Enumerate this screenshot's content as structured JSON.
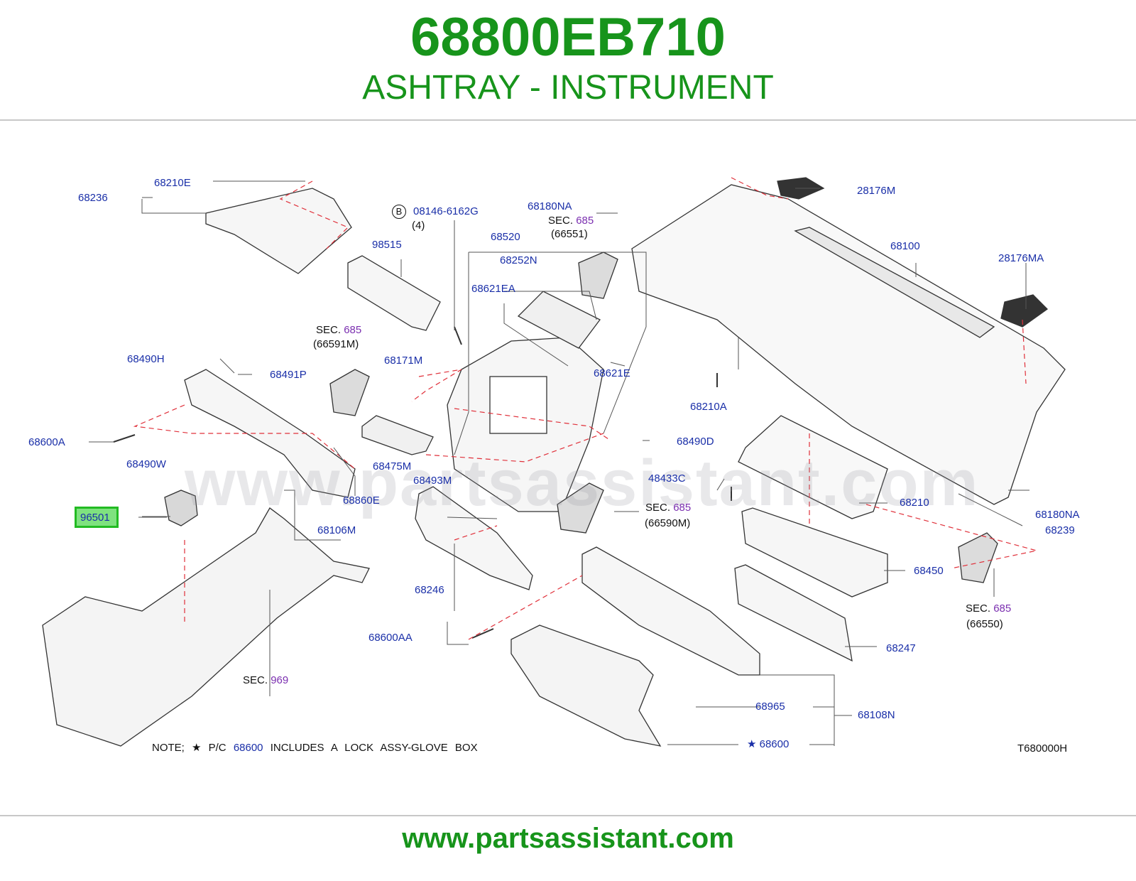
{
  "header": {
    "part_number": "68800EB710",
    "part_name": "ASHTRAY - INSTRUMENT"
  },
  "watermark": "www.partsassistant.com",
  "footer_url": "www.partsassistant.com",
  "diagram_code": "T680000H",
  "highlighted_part": "96501",
  "note": {
    "prefix": "NOTE;",
    "star_pc": "★ P/C",
    "part": "68600",
    "text": "INCLUDES A LOCK ASSY-GLOVE BOX"
  },
  "sec_word": "SEC.",
  "sections": {
    "s66591": {
      "num": "685",
      "code": "(66591M)"
    },
    "s66551": {
      "num": "685",
      "code": "(66551)"
    },
    "s66590": {
      "num": "685",
      "code": "(66590M)"
    },
    "s66550": {
      "num": "685",
      "code": "(66550)"
    },
    "s969": {
      "num": "969"
    }
  },
  "bolt": {
    "letter": "B",
    "part": "08146-6162G",
    "qty": "(4)"
  },
  "star_68600": "★ 68600",
  "labels": {
    "p68210E": "68210E",
    "p68236": "68236",
    "p98515": "98515",
    "p68520": "68520",
    "p68252N": "68252N",
    "p68621EA": "68621EA",
    "p68180NA_top": "68180NA",
    "p28176M": "28176M",
    "p68100": "68100",
    "p28176MA": "28176MA",
    "p68490H": "68490H",
    "p68491P": "68491P",
    "p68171M": "68171M",
    "p68621E": "68621E",
    "p68210A": "68210A",
    "p68600A": "68600A",
    "p68490W": "68490W",
    "p68475M": "68475M",
    "p68490D": "68490D",
    "p48433C": "48433C",
    "p68493M": "68493M",
    "p68860E": "68860E",
    "p68106M": "68106M",
    "p68210": "68210",
    "p68180NA_right": "68180NA",
    "p68239": "68239",
    "p68450": "68450",
    "p68246": "68246",
    "p68600AA": "68600AA",
    "p68247": "68247",
    "p68965": "68965",
    "p68108N": "68108N"
  },
  "colors": {
    "title_green": "#17941b",
    "label_blue": "#1a2fa8",
    "section_purple": "#7b2fb0",
    "leader_red": "#e0303a",
    "highlight_green": "#7fe27f"
  }
}
